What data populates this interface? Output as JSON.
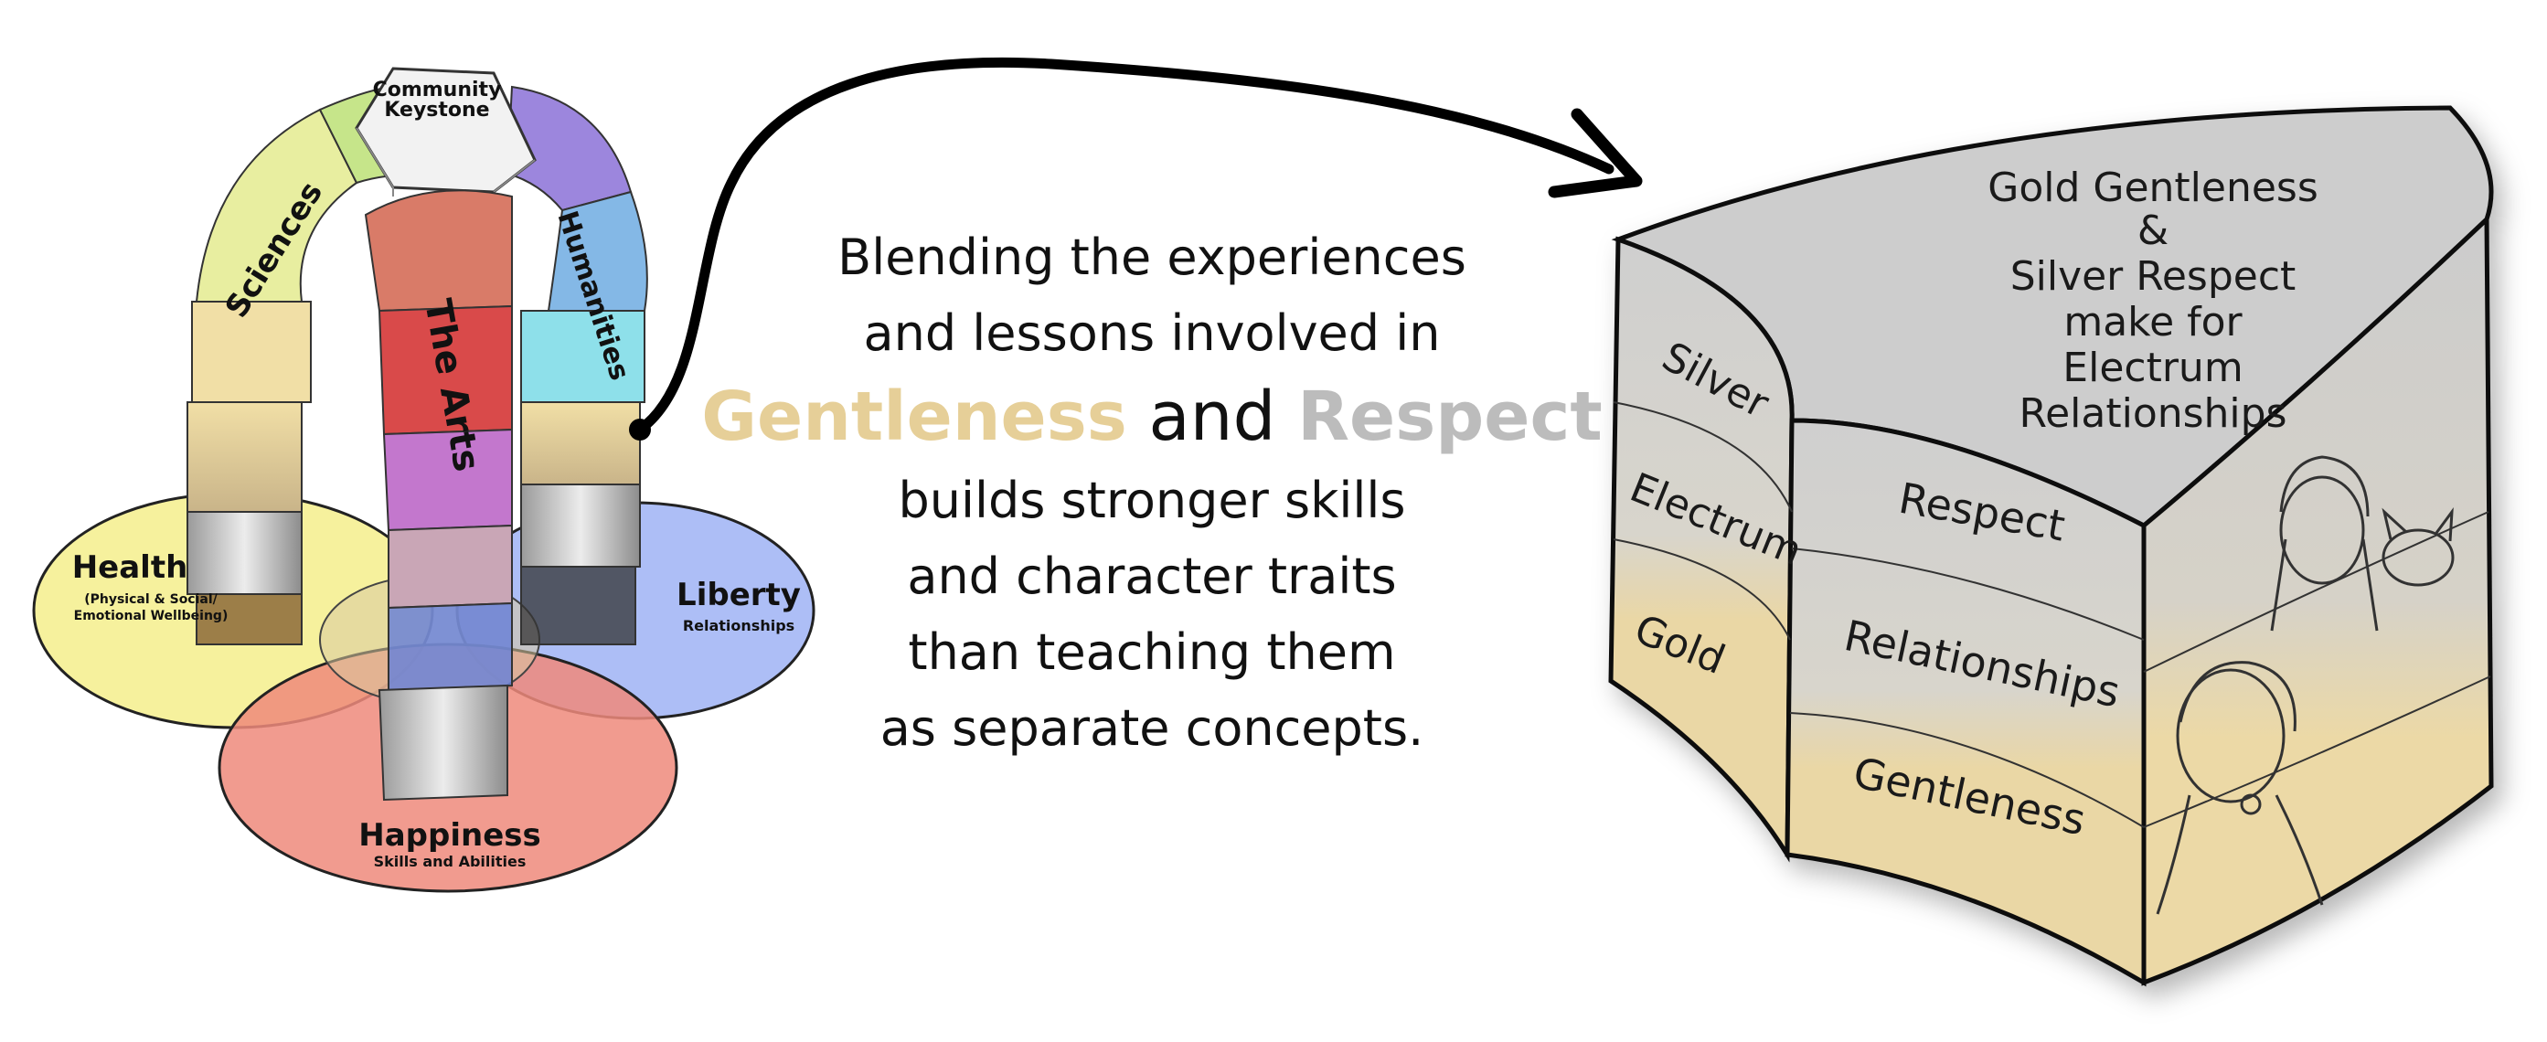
{
  "colors": {
    "gold": "#e6cf98",
    "silver": "#bcbcbc",
    "health": "#f5ee8c",
    "liberty": "#9fb3f5",
    "happiness": "#ef8a7b",
    "sciences": "#cde77a",
    "humanities": "#8f7bd8",
    "arts": "#d94a4a",
    "keystone": "#f2f2f2",
    "cylinder_top": "#cfcfcf",
    "cylinder_gold": "#ecd9a6"
  },
  "venn": {
    "health": {
      "title": "Health",
      "sub1": "(Physical & Social/",
      "sub2": "Emotional Wellbeing)"
    },
    "liberty": {
      "title": "Liberty",
      "sub": "Relationships"
    },
    "happiness": {
      "title": "Happiness",
      "sub": "Skills and Abilities"
    }
  },
  "arch": {
    "keystone1": "Community",
    "keystone2": "Keystone",
    "sciences": "Sciences",
    "humanities": "Humanities",
    "arts": "The Arts"
  },
  "center": {
    "line1": "Blending the experiences",
    "line2": "and lessons involved in",
    "gentleness": "Gentleness",
    "and": "and",
    "respect": "Respect",
    "line4": "builds stronger skills",
    "line5": "and character traits",
    "line6": "than teaching them",
    "line7": "as separate concepts."
  },
  "cylinder": {
    "top1": "Gold Gentleness",
    "top2": "&",
    "top3": "Silver Respect",
    "top4": "make for",
    "top5": "Electrum",
    "top6": "Relationships",
    "left_silver": "Silver",
    "left_electrum": "Electrum",
    "left_gold": "Gold",
    "mid_respect": "Respect",
    "mid_relationships": "Relationships",
    "mid_gentleness": "Gentleness"
  }
}
